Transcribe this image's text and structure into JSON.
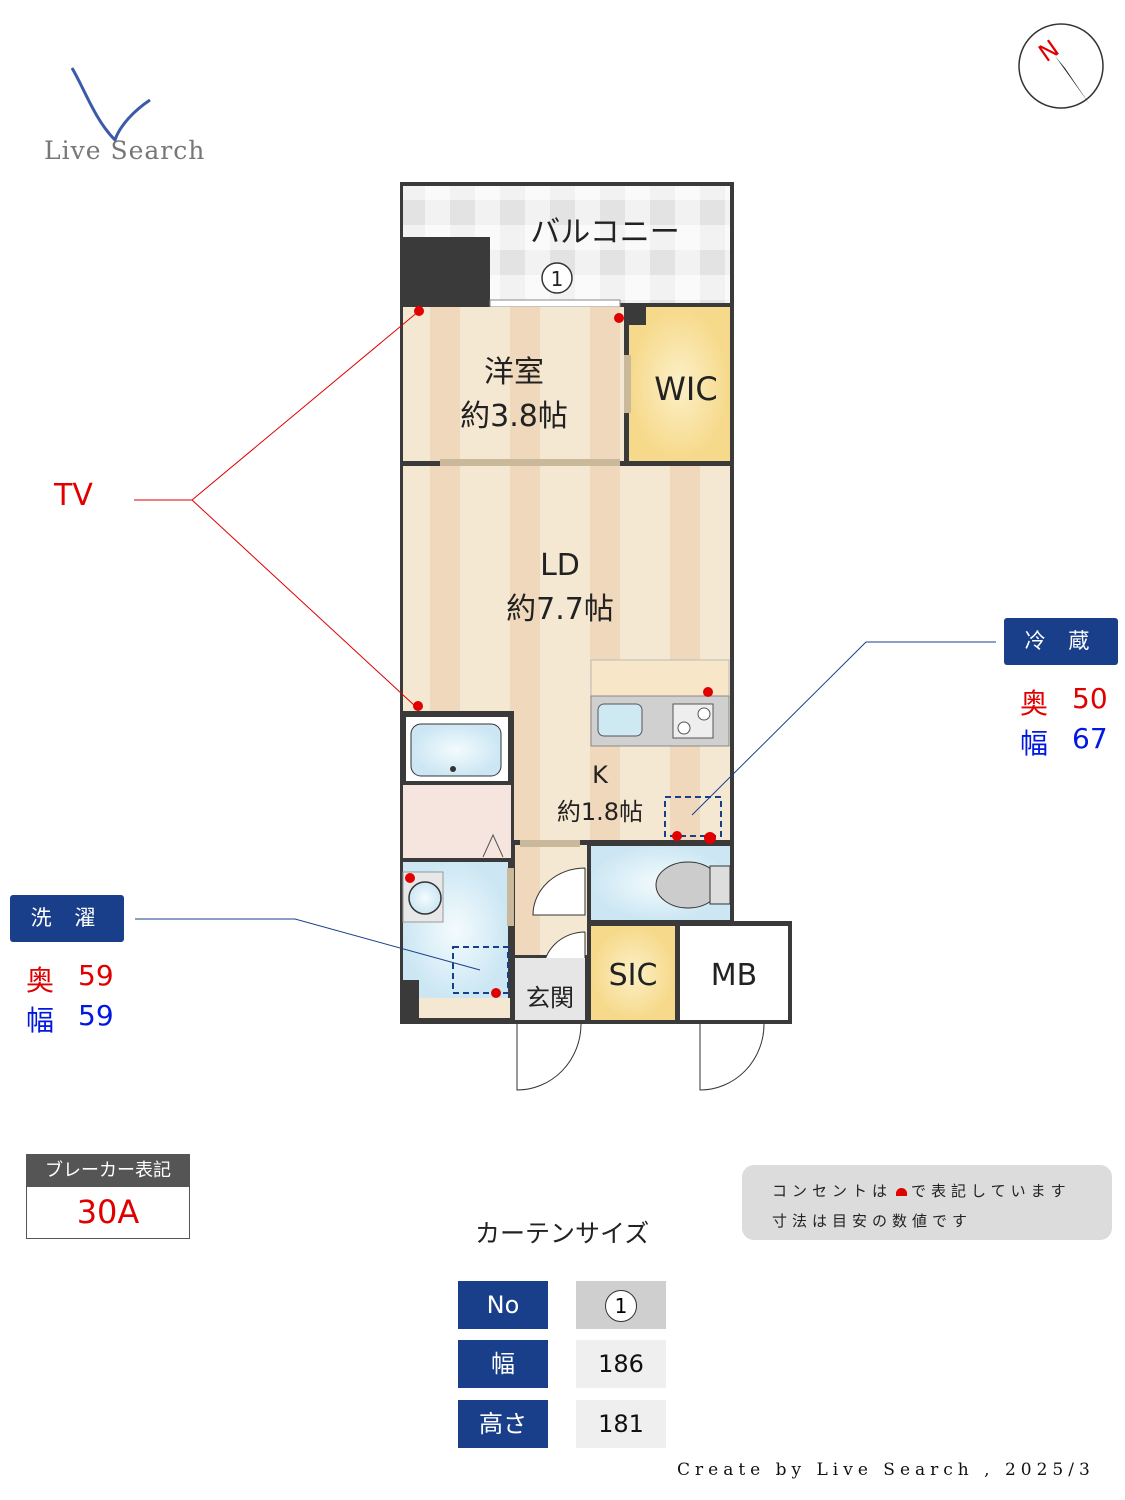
{
  "logo": {
    "text": "Live Search"
  },
  "compass": {
    "label": "N"
  },
  "rooms": {
    "balcony": "バルコニー",
    "balcony_no": "1",
    "western": "洋室",
    "western_size": "約3.8帖",
    "wic": "WIC",
    "ld": "LD",
    "ld_size": "約7.7帖",
    "k": "K",
    "k_size": "約1.8帖",
    "genkan": "玄関",
    "sic": "SIC",
    "mb": "MB"
  },
  "tv": {
    "label": "TV"
  },
  "fridge": {
    "title": "冷 蔵 庫",
    "depth_label": "奥",
    "depth": "50",
    "width_label": "幅",
    "width": "67"
  },
  "washer": {
    "title": "洗 濯 機",
    "depth_label": "奥",
    "depth": "59",
    "width_label": "幅",
    "width": "59"
  },
  "breaker": {
    "title": "ブレーカー表記",
    "value": "30A"
  },
  "note": {
    "line1_pre": "コンセントは",
    "line1_post": "で表記しています",
    "line2": "寸法は目安の数値です"
  },
  "curtain": {
    "title": "カーテンサイズ",
    "headers": [
      "No",
      "幅",
      "高さ"
    ],
    "values": [
      "1",
      "186",
      "181"
    ]
  },
  "credit": "Create by Live Search , 2025/3",
  "colors": {
    "wall": "#3a3a3a",
    "floor": "#f5e8d2",
    "floor_stripe": "#efd8bb",
    "wic": "#f7dc8c",
    "wet": "#d2ebf5",
    "tag": "#1a3f8a",
    "outlet": "#e00000"
  }
}
